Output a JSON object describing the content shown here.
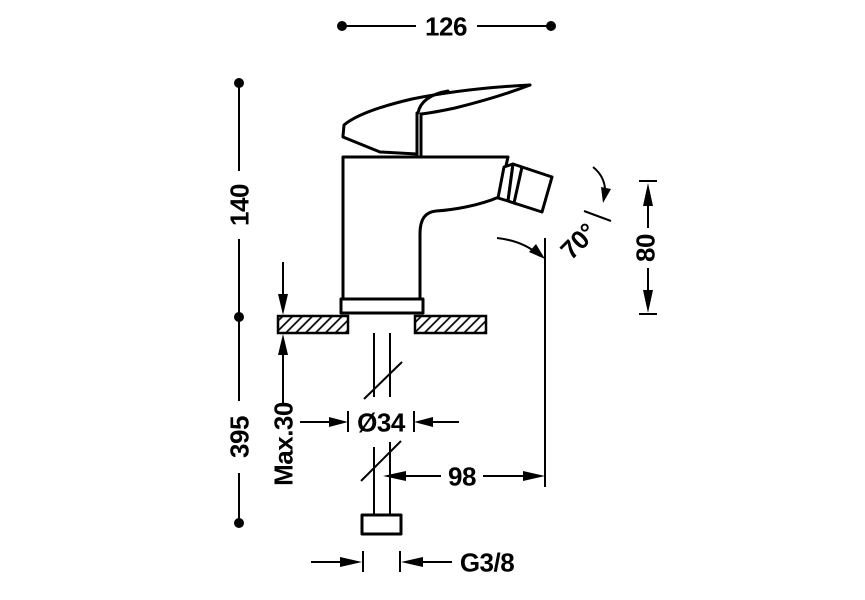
{
  "colors": {
    "line": "#000000",
    "background": "#ffffff"
  },
  "dims": {
    "total_width": "126",
    "body_height": "140",
    "below_deck_length": "395",
    "max_deck_thickness": "Max.30",
    "hole_diameter": "Ø34",
    "outlet_reach": "98",
    "thread_size": "G3/8",
    "spout_angle": "70°",
    "outlet_height": "80"
  }
}
